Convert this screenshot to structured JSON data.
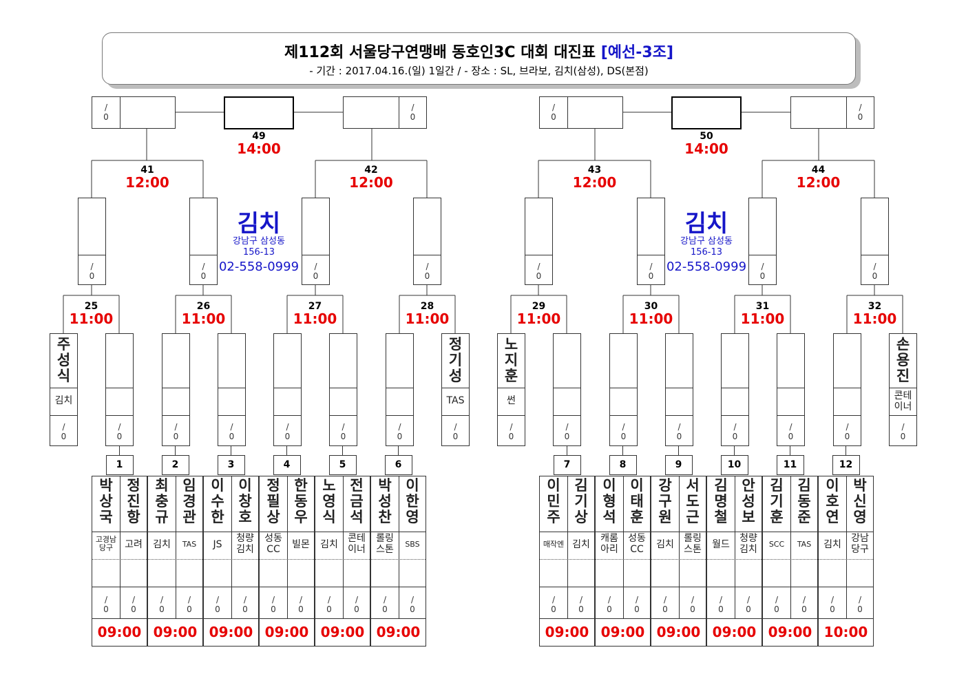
{
  "header": {
    "title": "제112회 서울당구연맹배 동호인3C 대회 대진표",
    "title_tag": "[예선-3조]",
    "subtitle": "- 기간 : 2017.04.16.(일) 1일간 / - 장소 : SL, 브라보, 김치(삼성), DS(본점)"
  },
  "default_score": "/\n0",
  "venue": {
    "name": "김치",
    "address1": "강남구 삼성동",
    "address2": "156-13",
    "phone": "02-558-0999"
  },
  "finals": [
    {
      "num": "49",
      "time": "14:00"
    },
    {
      "num": "50",
      "time": "14:00"
    }
  ],
  "semis": [
    {
      "num": "41",
      "time": "12:00"
    },
    {
      "num": "42",
      "time": "12:00"
    },
    {
      "num": "43",
      "time": "12:00"
    },
    {
      "num": "44",
      "time": "12:00"
    }
  ],
  "second_round": [
    {
      "num": "25",
      "time": "11:00"
    },
    {
      "num": "26",
      "time": "11:00"
    },
    {
      "num": "27",
      "time": "11:00"
    },
    {
      "num": "28",
      "time": "11:00"
    },
    {
      "num": "29",
      "time": "11:00"
    },
    {
      "num": "30",
      "time": "11:00"
    },
    {
      "num": "31",
      "time": "11:00"
    },
    {
      "num": "32",
      "time": "11:00"
    }
  ],
  "byes": [
    {
      "name": "주성식",
      "club": "김치"
    },
    {
      "name": "정기성",
      "club": "TAS"
    },
    {
      "name": "노지훈",
      "club": "썬"
    },
    {
      "name": "손용진",
      "club": "콘테\n이너"
    }
  ],
  "first_round": [
    {
      "num": "1",
      "time": "09:00",
      "players": [
        {
          "name": "박상국",
          "club": "고경남\n당구"
        },
        {
          "name": "정진항",
          "club": "고려"
        }
      ]
    },
    {
      "num": "2",
      "time": "09:00",
      "players": [
        {
          "name": "최충규",
          "club": "김치"
        },
        {
          "name": "임경관",
          "club": "TAS"
        }
      ]
    },
    {
      "num": "3",
      "time": "09:00",
      "players": [
        {
          "name": "이수한",
          "club": "JS"
        },
        {
          "name": "이창호",
          "club": "청량\n김치"
        }
      ]
    },
    {
      "num": "4",
      "time": "09:00",
      "players": [
        {
          "name": "정필상",
          "club": "성동\nCC"
        },
        {
          "name": "한동우",
          "club": "빌몬"
        }
      ]
    },
    {
      "num": "5",
      "time": "09:00",
      "players": [
        {
          "name": "노영식",
          "club": "김치"
        },
        {
          "name": "전금석",
          "club": "콘테\n이너"
        }
      ]
    },
    {
      "num": "6",
      "time": "09:00",
      "players": [
        {
          "name": "박성찬",
          "club": "롤링\n스톤"
        },
        {
          "name": "이한영",
          "club": "SBS"
        }
      ]
    },
    {
      "num": "7",
      "time": "09:00",
      "players": [
        {
          "name": "이민주",
          "club": "매작엔"
        },
        {
          "name": "김기상",
          "club": "김치"
        }
      ]
    },
    {
      "num": "8",
      "time": "09:00",
      "players": [
        {
          "name": "이형석",
          "club": "캐롬\n아리"
        },
        {
          "name": "이태훈",
          "club": "성동\nCC"
        }
      ]
    },
    {
      "num": "9",
      "time": "09:00",
      "players": [
        {
          "name": "강구원",
          "club": "김치"
        },
        {
          "name": "서도근",
          "club": "롤링\n스톤"
        }
      ]
    },
    {
      "num": "10",
      "time": "09:00",
      "players": [
        {
          "name": "김명철",
          "club": "월드"
        },
        {
          "name": "안성보",
          "club": "청량\n김치"
        }
      ]
    },
    {
      "num": "11",
      "time": "09:00",
      "players": [
        {
          "name": "김기훈",
          "club": "SCC"
        },
        {
          "name": "김동준",
          "club": "TAS"
        }
      ]
    },
    {
      "num": "12",
      "time": "10:00",
      "players": [
        {
          "name": "이호연",
          "club": "김치"
        },
        {
          "name": "박신영",
          "club": "강남\n당구"
        }
      ]
    }
  ]
}
